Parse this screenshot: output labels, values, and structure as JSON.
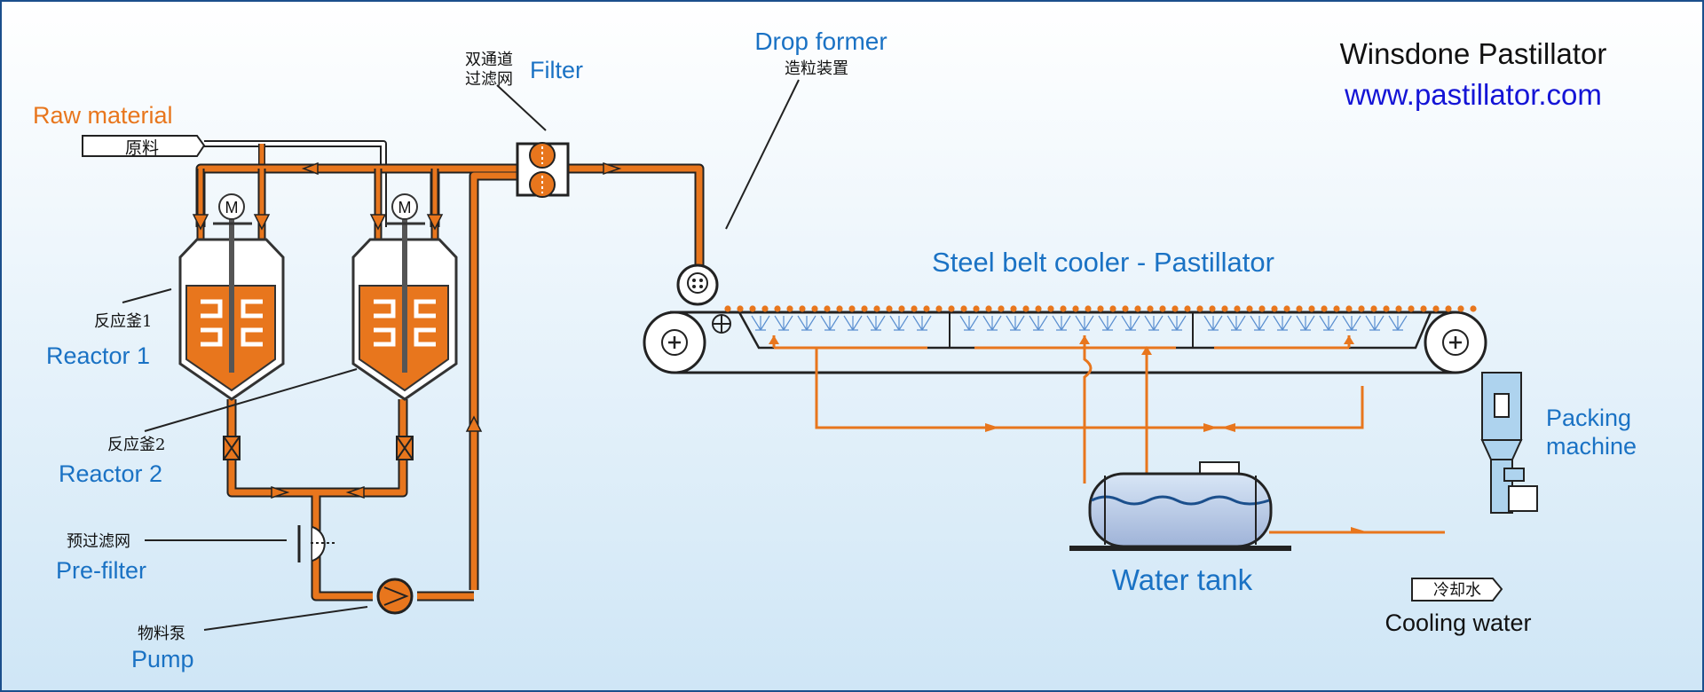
{
  "brand": {
    "title": "Winsdone Pastillator",
    "url": "www.pastillator.com"
  },
  "labels": {
    "raw_material_en": "Raw material",
    "raw_material_cn": "原料",
    "filter_cn_1": "双通道",
    "filter_cn_2": "过滤网",
    "filter_en": "Filter",
    "drop_former_en": "Drop former",
    "drop_former_cn": "造粒装置",
    "belt_cooler": "Steel belt cooler - Pastillator",
    "reactor1_cn": "反应釜1",
    "reactor1_en": "Reactor 1",
    "reactor2_cn": "反应釜2",
    "reactor2_en": "Reactor 2",
    "prefilter_cn": "预过滤网",
    "prefilter_en": "Pre-filter",
    "pump_cn": "物料泵",
    "pump_en": "Pump",
    "packing_1": "Packing",
    "packing_2": "machine",
    "water_tank": "Water tank",
    "cooling_water_cn": "冷却水",
    "cooling_water_en": "Cooling water",
    "motor": "M"
  },
  "colors": {
    "pipe": "#e8761d",
    "label_blue": "#1a72c4",
    "label_orange": "#e8761d",
    "link": "#1414d6",
    "background_top": "#ffffff",
    "background_bottom": "#cfe6f6"
  }
}
